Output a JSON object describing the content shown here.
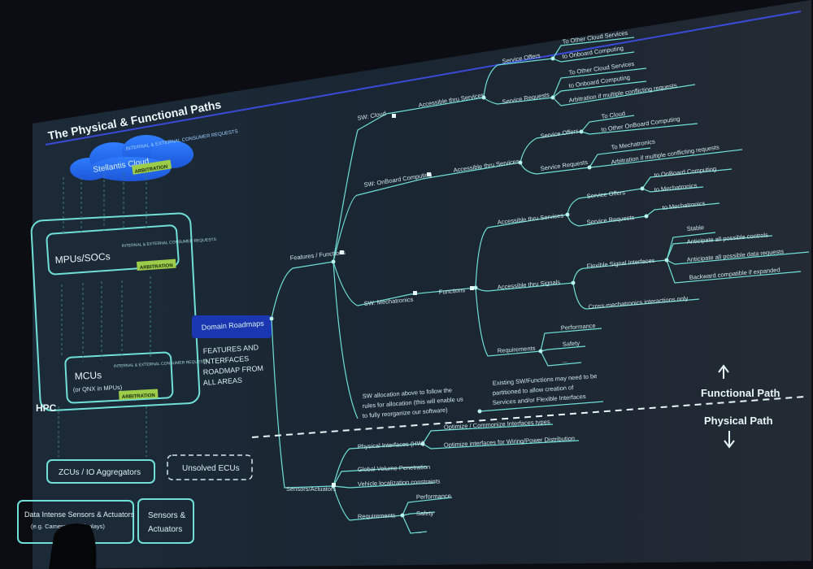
{
  "title": "The Physical & Functional Paths",
  "cloud": {
    "label": "Stellantis Cloud",
    "requests": "INTERNAL & EXTERNAL CONSUMER REQUESTS",
    "arbitration": "ARBITRATION"
  },
  "hpc": {
    "label": "HPC",
    "mpus": "MPUs/SOCs",
    "mpus_requests": "INTERNAL & EXTERNAL CONSUMER REQUESTS",
    "mpus_arbitration": "ARBITRATION",
    "mcus": "MCUs",
    "mcus_sub": "(or QNX in MPUs)",
    "mcus_requests": "INTERNAL & EXTERNAL CONSUMER REQUESTS",
    "mcus_arbitration": "ARBITRATION"
  },
  "lower": {
    "zcus": "ZCUs / IO Aggregators",
    "unsolved": "Unsolved ECUs",
    "data_sensors": "Data Intense Sensors & Actuators",
    "data_sensors_sub": "(e.g. Cameras, ... Displays)",
    "sensors": "Sensors &",
    "actuators": "Actuators"
  },
  "domain_roadmaps": "Domain Roadmaps",
  "roadmap_note": [
    "FEATURES AND",
    "INTERFACES",
    "ROADMAP FROM",
    "ALL AREAS"
  ],
  "tree": {
    "features": "Features / Functions",
    "sw_cloud": "SW: Cloud",
    "sw_cloud_access": "Accessible thru Services",
    "cloud_offers": "Service Offers",
    "cloud_offers_items": [
      "To Other Cloud Services",
      "to Onboard Computing"
    ],
    "cloud_requests": "Service Requests",
    "cloud_requests_items": [
      "To Other Cloud Services",
      "to Onboard Computing",
      "Arbitration if multiple conflicting requests"
    ],
    "sw_onboard": "SW: OnBoard Computing",
    "onboard_access": "Accessible thru Services",
    "onboard_offers": "Service Offers",
    "onboard_offers_items": [
      "To Cloud",
      "to Other OnBoard Computing"
    ],
    "onboard_requests": "Service Requests",
    "onboard_requests_items": [
      "To Mechatronics",
      "Arbitration if multiple conflicting requests"
    ],
    "sw_mech": "SW: Mechatronics",
    "functions": "Functions",
    "mech_services": "Accessible thru Services",
    "mech_offers": "Service Offers",
    "mech_offers_items": [
      "to OnBoard Computing",
      "to Mechatronics"
    ],
    "mech_requests": "Service Requests",
    "mech_requests_items": [
      "to Mechatronics"
    ],
    "mech_signals": "Accessible thru Signals",
    "flexible": "Flexible Signal Interfaces",
    "flexible_items": [
      "Stable",
      "Anticipate all possible controls",
      "Anticipate all possible data requests",
      "Backward compatible if expanded"
    ],
    "cross": "Cross-mechatronics interactions only",
    "requirements": "Requirements",
    "requirements_items": [
      "Performance",
      "Safety",
      "..."
    ],
    "sw_allocation": [
      "SW allocation above to follow the",
      "rules for allocation (this will enable us",
      "to fully reorganize our software)"
    ],
    "existing": [
      "Existing SW/Functions may need to be",
      "partitioned to allow creation of",
      "Services and/or Flexible Interfaces"
    ],
    "sensors_actuators": "Sensors/Actuators",
    "physical_interfaces": "Physical Interfaces (HW)",
    "physical_items": [
      "Optimize / Commonize Interfaces types",
      "Optimize interfaces for Wiring/Power Distribution"
    ],
    "global_volume": "Global Volume Penetration",
    "vehicle_loc": "Vehicle localization constraints",
    "phys_requirements": "Requirements",
    "phys_requirements_items": [
      "Performance",
      "Safety",
      "..."
    ]
  },
  "paths": {
    "functional": "Functional Path",
    "physical": "Physical Path"
  }
}
